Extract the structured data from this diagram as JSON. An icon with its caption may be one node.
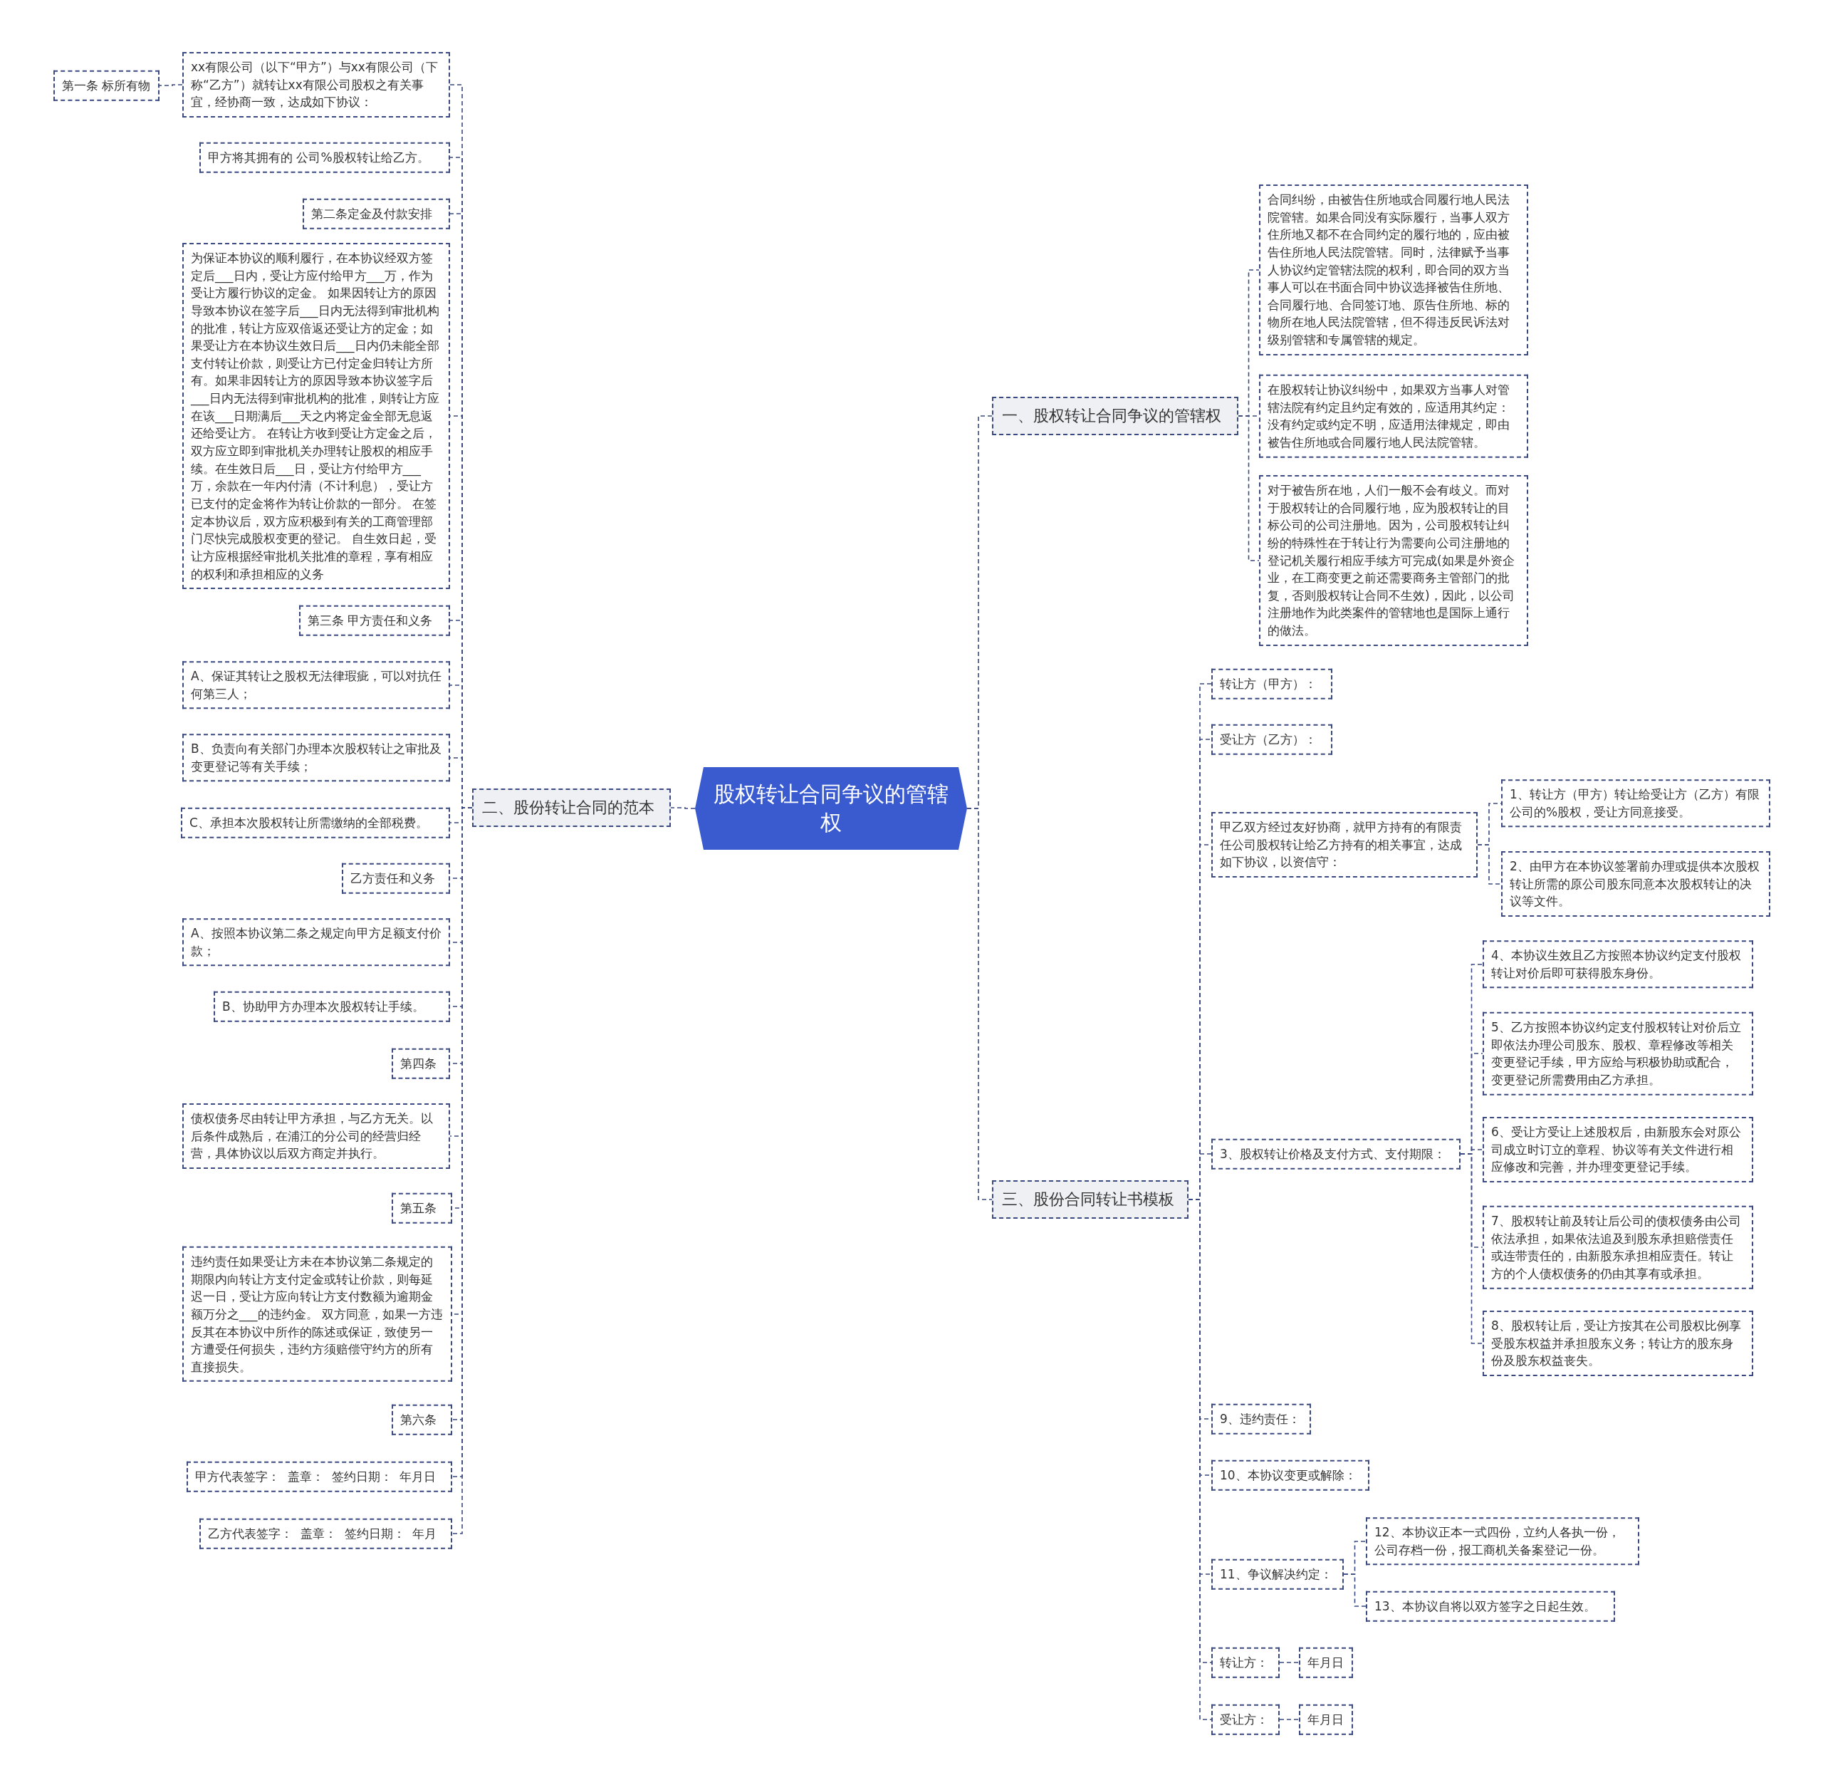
{
  "diagram": {
    "nodes": [
      {
        "text": [
          "股权转让合同争议的管辖权"
        ]
      },
      {
        "text": [
          "一、股权转让合同争议的管辖权"
        ]
      },
      {
        "text": [
          "合同纠纷，由被告住所地或合同履行地人民法院管辖。如果合同没有实际履行，当事人双方住所地又都不在合同约定的履行地的，应由被告住所地人民法院管辖。同时，法律赋予当事人协议约定管辖法院的权利，即合同的双方当事人可以在书面合同中协议选择被告住所地、合同履行地、合同签订地、原告住所地、标的物所在地人民法院管辖，但不得违反民诉法对级别管辖和专属管辖的规定。"
        ]
      },
      {
        "text": [
          "在股权转让协议纠纷中，如果双方当事人对管辖法院有约定且约定有效的，应适用其约定：没有约定或约定不明，应适用法律规定，即由被告住所地或合同履行地人民法院管辖。"
        ]
      },
      {
        "text": [
          "对于被告所在地，人们一般不会有歧义。而对于股权转让的合同履行地，应为股权转让的目标公司的公司注册地。因为，公司股权转让纠纷的特殊性在于转让行为需要向公司注册地的登记机关履行相应手续方可完成(如果是外资企业，在工商变更之前还需要商务主管部门的批复，否则股权转让合同不生效)，因此，以公司注册地作为此类案件的管辖地也是国际上通行的做法。"
        ]
      },
      {
        "text": [
          "二、股份转让合同的范本"
        ]
      },
      {
        "text": [
          "xx有限公司（以下“甲方”）与xx有限公司（下称“乙方”）就转让xx有限公司股权之有关事宜，经协商一致，达成如下协议："
        ]
      },
      {
        "text": [
          "第一条 标所有物"
        ]
      },
      {
        "text": [
          "甲方将其拥有的 公司%股权转让给乙方。"
        ]
      },
      {
        "text": [
          "第二条定金及付款安排"
        ]
      },
      {
        "text": [
          "为保证本协议的顺利履行，在本协议经双方签定后___日内，受让方应付给甲方___万，作为受让方履行协议的定金。 如果因转让方的原因导致本协议在签字后___日内无法得到审批机构的批准，转让方应双倍返还受让方的定金；如果受让方在本协议生效日后___日内仍未能全部支付转让价款，则受让方已付定金归转让方所有。如果非因转让方的原因导致本协议签字后___日内无法得到审批机构的批准，则转让方应在该___日期满后___天之内将定金全部无息返还给受让方。 在转让方收到受让方定金之后，双方应立即到审批机关办理转让股权的相应手续。在生效日后___日，受让方付给甲方___万，余款在一年内付清（不计利息），受让方已支付的定金将作为转让价款的一部分。 在签定本协议后，双方应积极到有关的工商管理部门尽快完成股权变更的登记。 自生效日起，受让方应根据经审批机关批准的章程，享有相应的权利和承担相应的义务"
        ]
      },
      {
        "text": [
          "第三条 甲方责任和义务"
        ]
      },
      {
        "text": [
          "A、保证其转让之股权无法律瑕疵，可以对抗任何第三人；"
        ]
      },
      {
        "text": [
          "B、负责向有关部门办理本次股权转让之审批及变更登记等有关手续；"
        ]
      },
      {
        "text": [
          "C、承担本次股权转让所需缴纳的全部税费。"
        ]
      },
      {
        "text": [
          "乙方责任和义务"
        ]
      },
      {
        "text": [
          "A、按照本协议第二条之规定向甲方足额支付价款；"
        ]
      },
      {
        "text": [
          "B、协助甲方办理本次股权转让手续。"
        ]
      },
      {
        "text": [
          "第四条"
        ]
      },
      {
        "text": [
          "债权债务尽由转让甲方承担，与乙方无关。以后条件成熟后，在浦江的分公司的经营归经营，具体协议以后双方商定并执行。"
        ]
      },
      {
        "text": [
          "第五条"
        ]
      },
      {
        "text": [
          "违约责任如果受让方未在本协议第二条规定的期限内向转让方支付定金或转让价款，则每延迟一日，受让方应向转让方支付数额为逾期金额万分之___的违约金。 双方同意，如果一方违反其在本协议中所作的陈述或保证，致使另一方遭受任何损失，违约方须赔偿守约方的所有直接损失。"
        ]
      },
      {
        "text": [
          "第六条"
        ]
      },
      {
        "text": [
          "甲方代表签字：  盖章：  签约日期：  年月日"
        ]
      },
      {
        "text": [
          "乙方代表签字：  盖章：  签约日期：  年月"
        ]
      },
      {
        "text": [
          "三、股份合同转让书模板"
        ]
      },
      {
        "text": [
          "转让方（甲方）："
        ]
      },
      {
        "text": [
          "受让方（乙方）："
        ]
      },
      {
        "text": [
          "甲乙双方经过友好协商，就甲方持有的有限责任公司股权转让给乙方持有的相关事宜，达成如下协议，以资信守："
        ]
      },
      {
        "text": [
          "1、转让方（甲方）转让给受让方（乙方）有限公司的%股权，受让方同意接受。"
        ]
      },
      {
        "text": [
          "2、由甲方在本协议签署前办理或提供本次股权转让所需的原公司股东同意本次股权转让的决议等文件。"
        ]
      },
      {
        "text": [
          "3、股权转让价格及支付方式、支付期限："
        ]
      },
      {
        "text": [
          "4、本协议生效且乙方按照本协议约定支付股权转让对价后即可获得股东身份。"
        ]
      },
      {
        "text": [
          "5、乙方按照本协议约定支付股权转让对价后立即依法办理公司股东、股权、章程修改等相关变更登记手续，甲方应给与积极协助或配合，变更登记所需费用由乙方承担。"
        ]
      },
      {
        "text": [
          "6、受让方受让上述股权后，由新股东会对原公司成立时订立的章程、协议等有关文件进行相应修改和完善，并办理变更登记手续。"
        ]
      },
      {
        "text": [
          "7、股权转让前及转让后公司的债权债务由公司依法承担，如果依法追及到股东承担赔偿责任或连带责任的，由新股东承担相应责任。转让方的个人债权债务的仍由其享有或承担。"
        ]
      },
      {
        "text": [
          "8、股权转让后，受让方按其在公司股权比例享受股东权益并承担股东义务；转让方的股东身份及股东权益丧失。"
        ]
      },
      {
        "text": [
          "9、违约责任："
        ]
      },
      {
        "text": [
          "10、本协议变更或解除："
        ]
      },
      {
        "text": [
          "11、争议解决约定："
        ]
      },
      {
        "text": [
          "12、本协议正本一式四份，立约人各执一份，公司存档一份，报工商机关备案登记一份。"
        ]
      },
      {
        "text": [
          "13、本协议自将以双方签字之日起生效。"
        ]
      },
      {
        "text": [
          "转让方："
        ]
      },
      {
        "text": [
          "年月日"
        ]
      },
      {
        "text": [
          "受让方："
        ]
      },
      {
        "text": [
          "年月日"
        ]
      }
    ],
    "edges": [
      {
        "from": 0,
        "to": 1,
        "arrow": "none"
      },
      {
        "from": 1,
        "to": 2,
        "arrow": "none"
      },
      {
        "from": 1,
        "to": 3,
        "arrow": "none"
      },
      {
        "from": 1,
        "to": 4,
        "arrow": "none"
      },
      {
        "from": 0,
        "to": 5,
        "arrow": "none"
      },
      {
        "from": 5,
        "to": 6,
        "arrow": "none"
      },
      {
        "from": 6,
        "to": 7,
        "arrow": "none"
      },
      {
        "from": 5,
        "to": 8,
        "arrow": "none"
      },
      {
        "from": 5,
        "to": 9,
        "arrow": "none"
      },
      {
        "from": 5,
        "to": 10,
        "arrow": "none"
      },
      {
        "from": 5,
        "to": 11,
        "arrow": "none"
      },
      {
        "from": 5,
        "to": 12,
        "arrow": "none"
      },
      {
        "from": 5,
        "to": 13,
        "arrow": "none"
      },
      {
        "from": 5,
        "to": 14,
        "arrow": "none"
      },
      {
        "from": 5,
        "to": 15,
        "arrow": "none"
      },
      {
        "from": 5,
        "to": 16,
        "arrow": "none"
      },
      {
        "from": 5,
        "to": 17,
        "arrow": "none"
      },
      {
        "from": 5,
        "to": 18,
        "arrow": "none"
      },
      {
        "from": 5,
        "to": 19,
        "arrow": "none"
      },
      {
        "from": 5,
        "to": 20,
        "arrow": "none"
      },
      {
        "from": 5,
        "to": 21,
        "arrow": "none"
      },
      {
        "from": 5,
        "to": 22,
        "arrow": "none"
      },
      {
        "from": 5,
        "to": 23,
        "arrow": "none"
      },
      {
        "from": 5,
        "to": 24,
        "arrow": "none"
      },
      {
        "from": 0,
        "to": 25,
        "arrow": "none"
      },
      {
        "from": 25,
        "to": 26,
        "arrow": "none"
      },
      {
        "from": 25,
        "to": 27,
        "arrow": "none"
      },
      {
        "from": 25,
        "to": 28,
        "arrow": "none"
      },
      {
        "from": 28,
        "to": 29,
        "arrow": "none"
      },
      {
        "from": 28,
        "to": 30,
        "arrow": "none"
      },
      {
        "from": 25,
        "to": 31,
        "arrow": "none"
      },
      {
        "from": 31,
        "to": 32,
        "arrow": "none"
      },
      {
        "from": 31,
        "to": 33,
        "arrow": "none"
      },
      {
        "from": 31,
        "to": 34,
        "arrow": "none"
      },
      {
        "from": 31,
        "to": 35,
        "arrow": "none"
      },
      {
        "from": 31,
        "to": 36,
        "arrow": "none"
      },
      {
        "from": 25,
        "to": 37,
        "arrow": "none"
      },
      {
        "from": 25,
        "to": 38,
        "arrow": "none"
      },
      {
        "from": 25,
        "to": 39,
        "arrow": "none"
      },
      {
        "from": 39,
        "to": 40,
        "arrow": "none"
      },
      {
        "from": 39,
        "to": 41,
        "arrow": "none"
      },
      {
        "from": 25,
        "to": 42,
        "arrow": "none"
      },
      {
        "from": 42,
        "to": 43,
        "arrow": "none"
      },
      {
        "from": 25,
        "to": 44,
        "arrow": "none"
      },
      {
        "from": 44,
        "to": 45,
        "arrow": "none"
      }
    ]
  }
}
